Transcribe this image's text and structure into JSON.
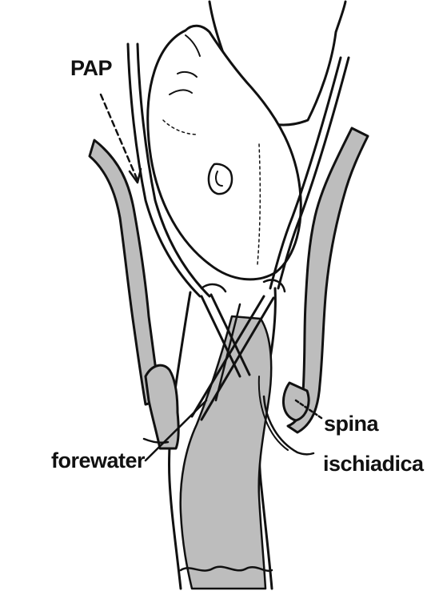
{
  "labels": {
    "pap": "PAP",
    "forewater": "forewater",
    "spina": "spina",
    "ischiadica": "ischiadica"
  },
  "colors": {
    "ink": "#111111",
    "gray_fill": "#bdbdbd",
    "background": "#ffffff"
  }
}
